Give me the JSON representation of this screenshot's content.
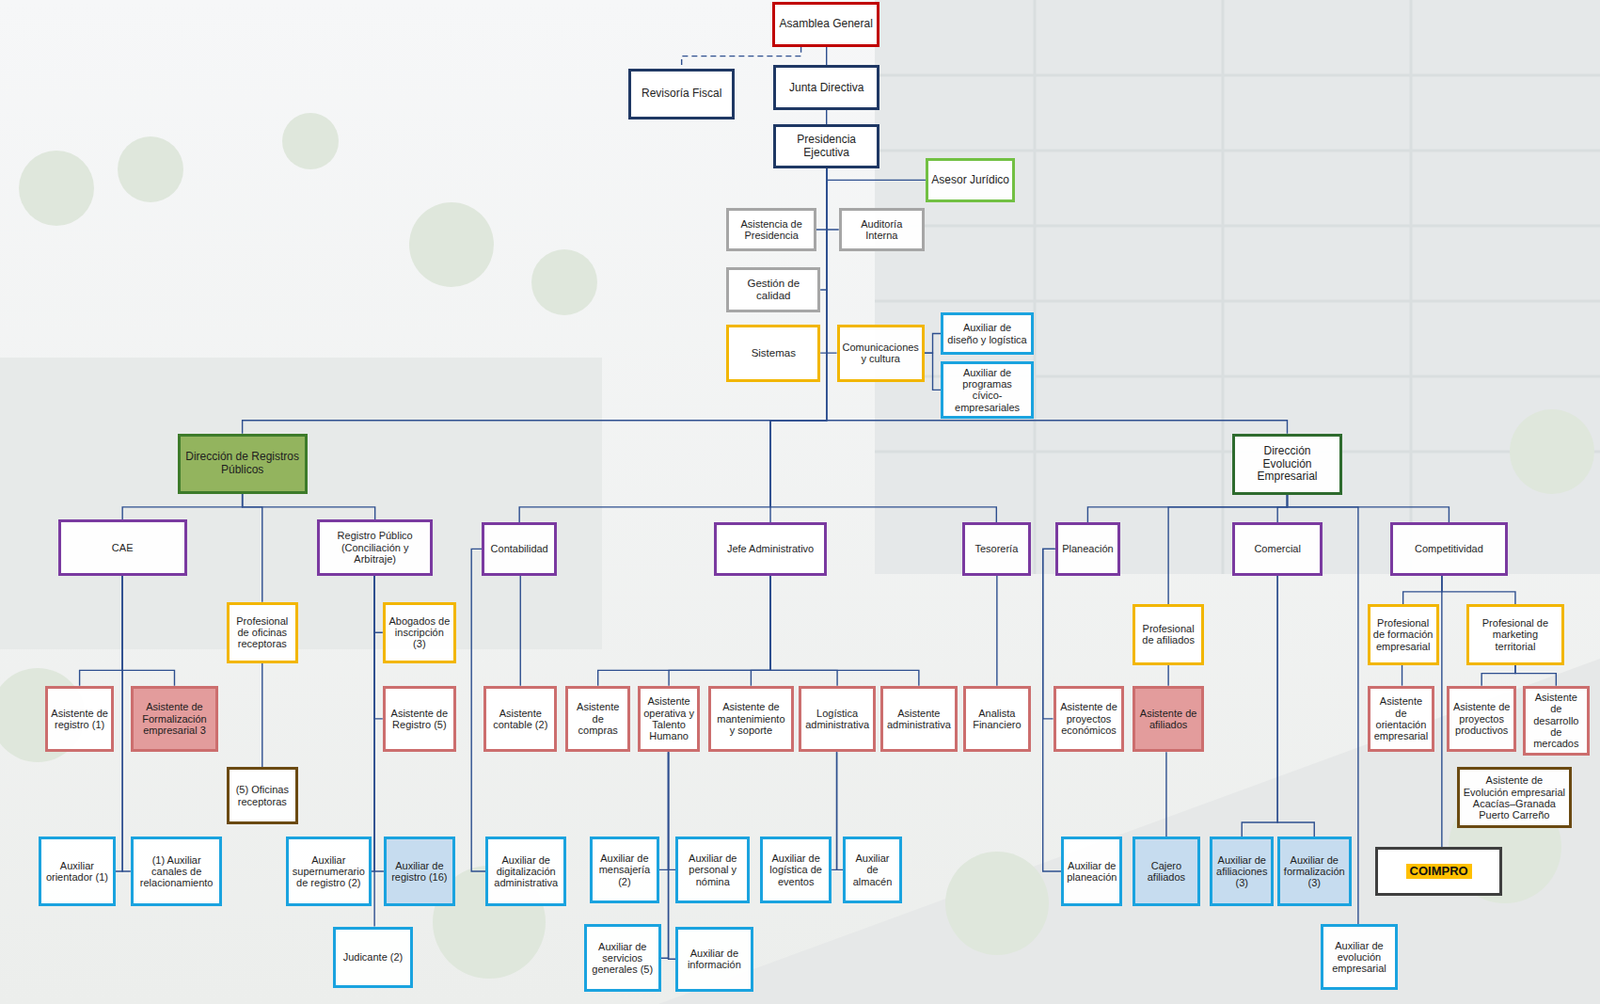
{
  "diagram": {
    "nodes": [
      {
        "text": [
          "Asamblea General"
        ]
      },
      {
        "text": [
          "Revisoría Fiscal"
        ]
      },
      {
        "text": [
          "Junta Directiva"
        ]
      },
      {
        "text": [
          "Presidencia Ejecutiva"
        ]
      },
      {
        "text": [
          "Asesor Jurídico"
        ]
      },
      {
        "text": [
          "Asistencia de Presidencia"
        ]
      },
      {
        "text": [
          "Auditoría Interna"
        ]
      },
      {
        "text": [
          "Gestión de calidad"
        ]
      },
      {
        "text": [
          "Sistemas"
        ]
      },
      {
        "text": [
          "Comunicaciones y cultura"
        ]
      },
      {
        "text": [
          "Auxiliar de diseño y logística"
        ]
      },
      {
        "text": [
          "Auxiliar de programas cívico-empresariales"
        ]
      },
      {
        "text": [
          "Dirección de Registros Públicos"
        ]
      },
      {
        "text": [
          "Dirección Evolución Empresarial"
        ]
      },
      {
        "text": [
          "CAE"
        ]
      },
      {
        "text": [
          "Registro Público (Conciliación y Arbitraje)"
        ]
      },
      {
        "text": [
          "Contabilidad"
        ]
      },
      {
        "text": [
          "Jefe Administrativo"
        ]
      },
      {
        "text": [
          "Tesorería"
        ]
      },
      {
        "text": [
          "Planeación"
        ]
      },
      {
        "text": [
          "Comercial"
        ]
      },
      {
        "text": [
          "Competitividad"
        ]
      },
      {
        "text": [
          "Profesional de oficinas receptoras"
        ]
      },
      {
        "text": [
          "Abogados de inscripción (3)"
        ]
      },
      {
        "text": [
          "Profesional de afiliados"
        ]
      },
      {
        "text": [
          "Profesional de formación empresarial"
        ]
      },
      {
        "text": [
          "Profesional de marketing territorial"
        ]
      },
      {
        "text": [
          "Asistente de registro (1)"
        ]
      },
      {
        "text": [
          "Asistente de Formalización empresarial 3"
        ]
      },
      {
        "text": [
          "Asistente de Registro (5)"
        ]
      },
      {
        "text": [
          "Asistente contable (2)"
        ]
      },
      {
        "text": [
          "Asistente de compras"
        ]
      },
      {
        "text": [
          "Asistente operativa y Talento Humano"
        ]
      },
      {
        "text": [
          "Asistente de mantenimiento y soporte"
        ]
      },
      {
        "text": [
          "Logística administrativa"
        ]
      },
      {
        "text": [
          "Asistente administrativa"
        ]
      },
      {
        "text": [
          "Analista Financiero"
        ]
      },
      {
        "text": [
          "Asistente de proyectos económicos"
        ]
      },
      {
        "text": [
          "Asistente de afiliados"
        ]
      },
      {
        "text": [
          "Asistente de orientación empresarial"
        ]
      },
      {
        "text": [
          "Asistente de proyectos productivos"
        ]
      },
      {
        "text": [
          "Asistente de desarrollo de mercados"
        ]
      },
      {
        "text": [
          "(5) Oficinas receptoras"
        ]
      },
      {
        "text": [
          "Asistente de Evolución empresarial Acacías–Granada Puerto Carreño"
        ]
      },
      {
        "text": [
          "Auxiliar orientador (1)"
        ]
      },
      {
        "text": [
          "(1) Auxiliar canales de relacionamiento"
        ]
      },
      {
        "text": [
          "Auxiliar supernumerario de registro (2)"
        ]
      },
      {
        "text": [
          "Auxiliar de registro (16)"
        ]
      },
      {
        "text": [
          "Auxiliar de digitalización administrativa"
        ]
      },
      {
        "text": [
          "Auxiliar de mensajería (2)"
        ]
      },
      {
        "text": [
          "Auxiliar de personal y nómina"
        ]
      },
      {
        "text": [
          "Auxiliar de logística de eventos"
        ]
      },
      {
        "text": [
          "Auxiliar de almacén"
        ]
      },
      {
        "text": [
          "Auxiliar de planeación"
        ]
      },
      {
        "text": [
          "Cajero afiliados"
        ]
      },
      {
        "text": [
          "Auxiliar de afiliaciones (3)"
        ]
      },
      {
        "text": [
          "Auxiliar de formalización (3)"
        ]
      },
      {
        "text": [
          "COIMPRO"
        ]
      },
      {
        "text": [
          "Judicante (2)"
        ]
      },
      {
        "text": [
          "Auxiliar de servicios generales (5)"
        ]
      },
      {
        "text": [
          "Auxiliar de información"
        ]
      },
      {
        "text": [
          "Auxiliar de evolución empresarial"
        ]
      }
    ],
    "edges": [
      {
        "from": 0,
        "to": 2,
        "arrow": "none"
      },
      {
        "from": 0,
        "to": 1,
        "arrow": "none"
      },
      {
        "from": 2,
        "to": 3,
        "arrow": "none"
      },
      {
        "from": 3,
        "to": 4,
        "arrow": "none"
      },
      {
        "from": 3,
        "to": 5,
        "arrow": "none"
      },
      {
        "from": 3,
        "to": 6,
        "arrow": "none"
      },
      {
        "from": 3,
        "to": 7,
        "arrow": "none"
      },
      {
        "from": 3,
        "to": 8,
        "arrow": "none"
      },
      {
        "from": 3,
        "to": 9,
        "arrow": "none"
      },
      {
        "from": 9,
        "to": 10,
        "arrow": "none"
      },
      {
        "from": 9,
        "to": 11,
        "arrow": "none"
      },
      {
        "from": 3,
        "to": 12,
        "arrow": "none"
      },
      {
        "from": 3,
        "to": 13,
        "arrow": "none"
      },
      {
        "from": 3,
        "to": 16,
        "arrow": "none"
      },
      {
        "from": 3,
        "to": 17,
        "arrow": "none"
      },
      {
        "from": 3,
        "to": 18,
        "arrow": "none"
      },
      {
        "from": 12,
        "to": 14,
        "arrow": "none"
      },
      {
        "from": 12,
        "to": 15,
        "arrow": "none"
      },
      {
        "from": 12,
        "to": 22,
        "arrow": "none"
      },
      {
        "from": 13,
        "to": 19,
        "arrow": "none"
      },
      {
        "from": 13,
        "to": 24,
        "arrow": "none"
      },
      {
        "from": 13,
        "to": 20,
        "arrow": "none"
      },
      {
        "from": 13,
        "to": 21,
        "arrow": "none"
      },
      {
        "from": 13,
        "to": 61,
        "arrow": "none"
      },
      {
        "from": 14,
        "to": 27,
        "arrow": "none"
      },
      {
        "from": 14,
        "to": 28,
        "arrow": "none"
      },
      {
        "from": 14,
        "to": 44,
        "arrow": "none"
      },
      {
        "from": 14,
        "to": 45,
        "arrow": "none"
      },
      {
        "from": 22,
        "to": 42,
        "arrow": "none"
      },
      {
        "from": 15,
        "to": 23,
        "arrow": "none"
      },
      {
        "from": 15,
        "to": 29,
        "arrow": "none"
      },
      {
        "from": 15,
        "to": 46,
        "arrow": "none"
      },
      {
        "from": 15,
        "to": 47,
        "arrow": "none"
      },
      {
        "from": 15,
        "to": 58,
        "arrow": "none"
      },
      {
        "from": 16,
        "to": 30,
        "arrow": "none"
      },
      {
        "from": 16,
        "to": 48,
        "arrow": "none"
      },
      {
        "from": 17,
        "to": 31,
        "arrow": "none"
      },
      {
        "from": 17,
        "to": 32,
        "arrow": "none"
      },
      {
        "from": 17,
        "to": 33,
        "arrow": "none"
      },
      {
        "from": 17,
        "to": 34,
        "arrow": "none"
      },
      {
        "from": 17,
        "to": 35,
        "arrow": "none"
      },
      {
        "from": 32,
        "to": 49,
        "arrow": "none"
      },
      {
        "from": 32,
        "to": 50,
        "arrow": "none"
      },
      {
        "from": 32,
        "to": 59,
        "arrow": "none"
      },
      {
        "from": 32,
        "to": 60,
        "arrow": "none"
      },
      {
        "from": 34,
        "to": 51,
        "arrow": "none"
      },
      {
        "from": 34,
        "to": 52,
        "arrow": "none"
      },
      {
        "from": 18,
        "to": 36,
        "arrow": "none"
      },
      {
        "from": 19,
        "to": 37,
        "arrow": "none"
      },
      {
        "from": 19,
        "to": 53,
        "arrow": "none"
      },
      {
        "from": 24,
        "to": 38,
        "arrow": "none"
      },
      {
        "from": 38,
        "to": 54,
        "arrow": "none"
      },
      {
        "from": 20,
        "to": 55,
        "arrow": "none"
      },
      {
        "from": 20,
        "to": 56,
        "arrow": "none"
      },
      {
        "from": 21,
        "to": 25,
        "arrow": "none"
      },
      {
        "from": 21,
        "to": 26,
        "arrow": "none"
      },
      {
        "from": 21,
        "to": 57,
        "arrow": "none"
      },
      {
        "from": 25,
        "to": 39,
        "arrow": "none"
      },
      {
        "from": 26,
        "to": 40,
        "arrow": "none"
      },
      {
        "from": 26,
        "to": 41,
        "arrow": "none"
      }
    ]
  }
}
